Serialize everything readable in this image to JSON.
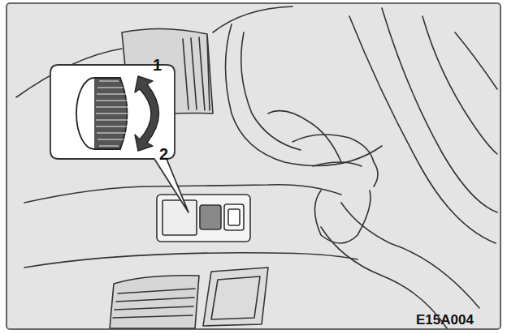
{
  "diagram": {
    "labels": [
      "1",
      "2",
      "E15A004"
    ]
  }
}
